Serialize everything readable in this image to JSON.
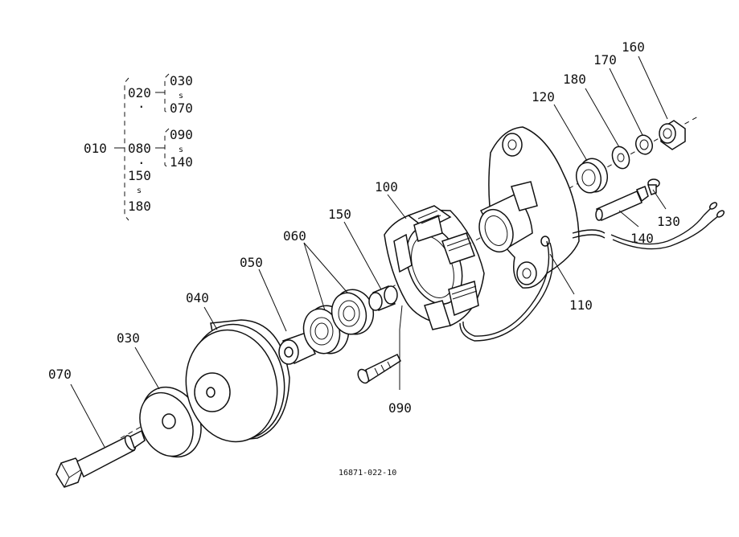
{
  "tree": {
    "root": "010",
    "groups": [
      {
        "code": "020",
        "children": [
          "030",
          "070"
        ]
      },
      {
        "code": "080",
        "children": [
          "090",
          "140"
        ]
      },
      {
        "code": "150",
        "children": [
          "180"
        ]
      }
    ],
    "range_sep": "s",
    "dot": "."
  },
  "labels": {
    "p160": "160",
    "p170": "170",
    "p180": "180",
    "p120": "120",
    "p100": "100",
    "p150": "150",
    "p060": "060",
    "p050": "050",
    "p040": "040",
    "p030": "030",
    "p070": "070",
    "p090": "090",
    "p110": "110",
    "p130": "130",
    "p140": "140"
  },
  "reference": "16871-022-10"
}
